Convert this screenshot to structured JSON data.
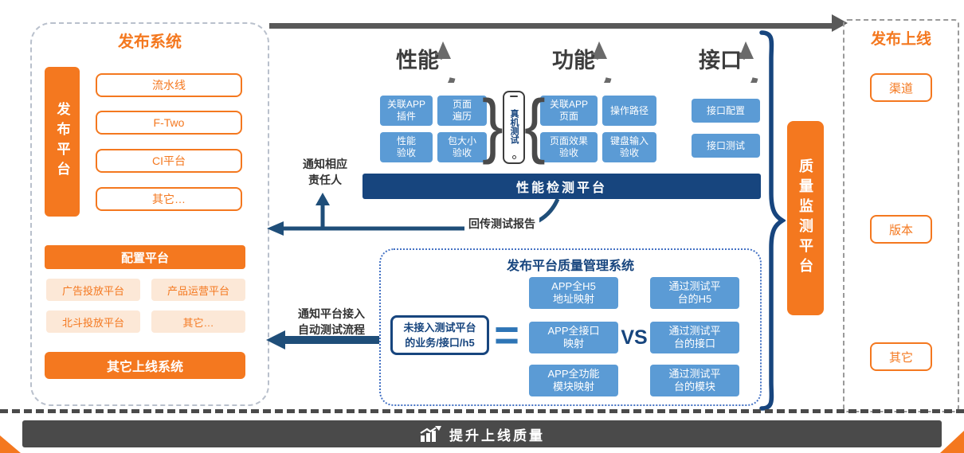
{
  "colors": {
    "orange": "#F4781F",
    "blue": "#5B9BD5",
    "navy": "#17457E",
    "gray": "#595959"
  },
  "left_panel": {
    "title": "发布系统",
    "platform_bar": "发布平台",
    "platform_items": [
      "流水线",
      "F-Two",
      "CI平台",
      "其它…"
    ],
    "config_bar": "配置平台",
    "config_items": [
      "广告投放平台",
      "产品运营平台",
      "北斗投放平台",
      "其它…"
    ],
    "other_bar": "其它上线系统"
  },
  "flow": {
    "cycles": [
      "性能",
      "功能",
      "接口"
    ],
    "perf_boxes": [
      "关联APP\n插件",
      "页面\n遍历",
      "性能\n验收",
      "包大小\n验收"
    ],
    "device_test": "真机测试",
    "func_boxes": [
      "关联APP\n页面",
      "操作路径",
      "页面效果\n验收",
      "键盘输入\n验收"
    ],
    "api_boxes": [
      "接口配置",
      "接口测试"
    ],
    "detect_bar": "性能检测平台",
    "notify_person": "通知相应\n责任人",
    "report_back": "回传测试报告",
    "notify_flow": "通知平台接入\n自动测试流程"
  },
  "qms": {
    "title": "发布平台质量管理系统",
    "left_box": "未接入测试平台\n的业务/接口/h5",
    "equals": "=",
    "vs": "VS",
    "middle_boxes": [
      "APP全H5\n地址映射",
      "APP全接口\n映射",
      "APP全功能\n模块映射"
    ],
    "right_boxes": [
      "通过测试平\n台的H5",
      "通过测试平\n台的接口",
      "通过测试平\n台的模块"
    ]
  },
  "quality_bar": "质量监测平台",
  "right_panel": {
    "title": "发布上线",
    "items": [
      "渠道",
      "版本",
      "其它"
    ]
  },
  "footer": {
    "label": "提升上线质量"
  },
  "glyphs": {
    "brace_close": "}",
    "brace_open": "{"
  }
}
